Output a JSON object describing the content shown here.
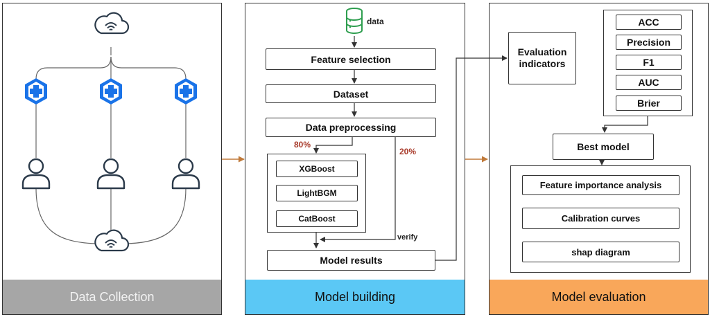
{
  "panels": {
    "collection": {
      "label": "Data Collection",
      "footer_bg": "#a6a6a6",
      "footer_fg": "#f2f2f2"
    },
    "building": {
      "label": "Model building",
      "footer_bg": "#5bc8f5",
      "footer_fg": "#111111"
    },
    "evaluation": {
      "label": "Model evaluation",
      "footer_bg": "#f9a75a",
      "footer_fg": "#111111"
    }
  },
  "building": {
    "data_label": "data",
    "feature_selection": "Feature selection",
    "dataset": "Dataset",
    "preprocessing": "Data preprocessing",
    "train_pct": "80%",
    "test_pct": "20%",
    "models": [
      "XGBoost",
      "LightBGM",
      "CatBoost"
    ],
    "verify": "verify",
    "results": "Model results"
  },
  "evaluation": {
    "indicators": "Evaluation indicators",
    "metrics": [
      "ACC",
      "Precision",
      "F1",
      "AUC",
      "Brier"
    ],
    "best_model": "Best model",
    "analyses": [
      "Feature importance analysis",
      "Calibration curves",
      "shap diagram"
    ]
  },
  "colors": {
    "hospital": "#1a73e8",
    "line": "#555555",
    "arrow": "#333333",
    "panel_arrow": "#c07a3a",
    "database": "#2e9e4f",
    "icon_stroke": "#2b3a4a"
  },
  "icons": {
    "top_cloud": "cloud-wifi-icon",
    "bottom_cloud": "cloud-wifi-icon",
    "hospitals": [
      "hospital-icon",
      "hospital-icon",
      "hospital-icon"
    ],
    "users": [
      "user-icon",
      "user-icon",
      "user-icon"
    ],
    "database": "database-icon"
  }
}
